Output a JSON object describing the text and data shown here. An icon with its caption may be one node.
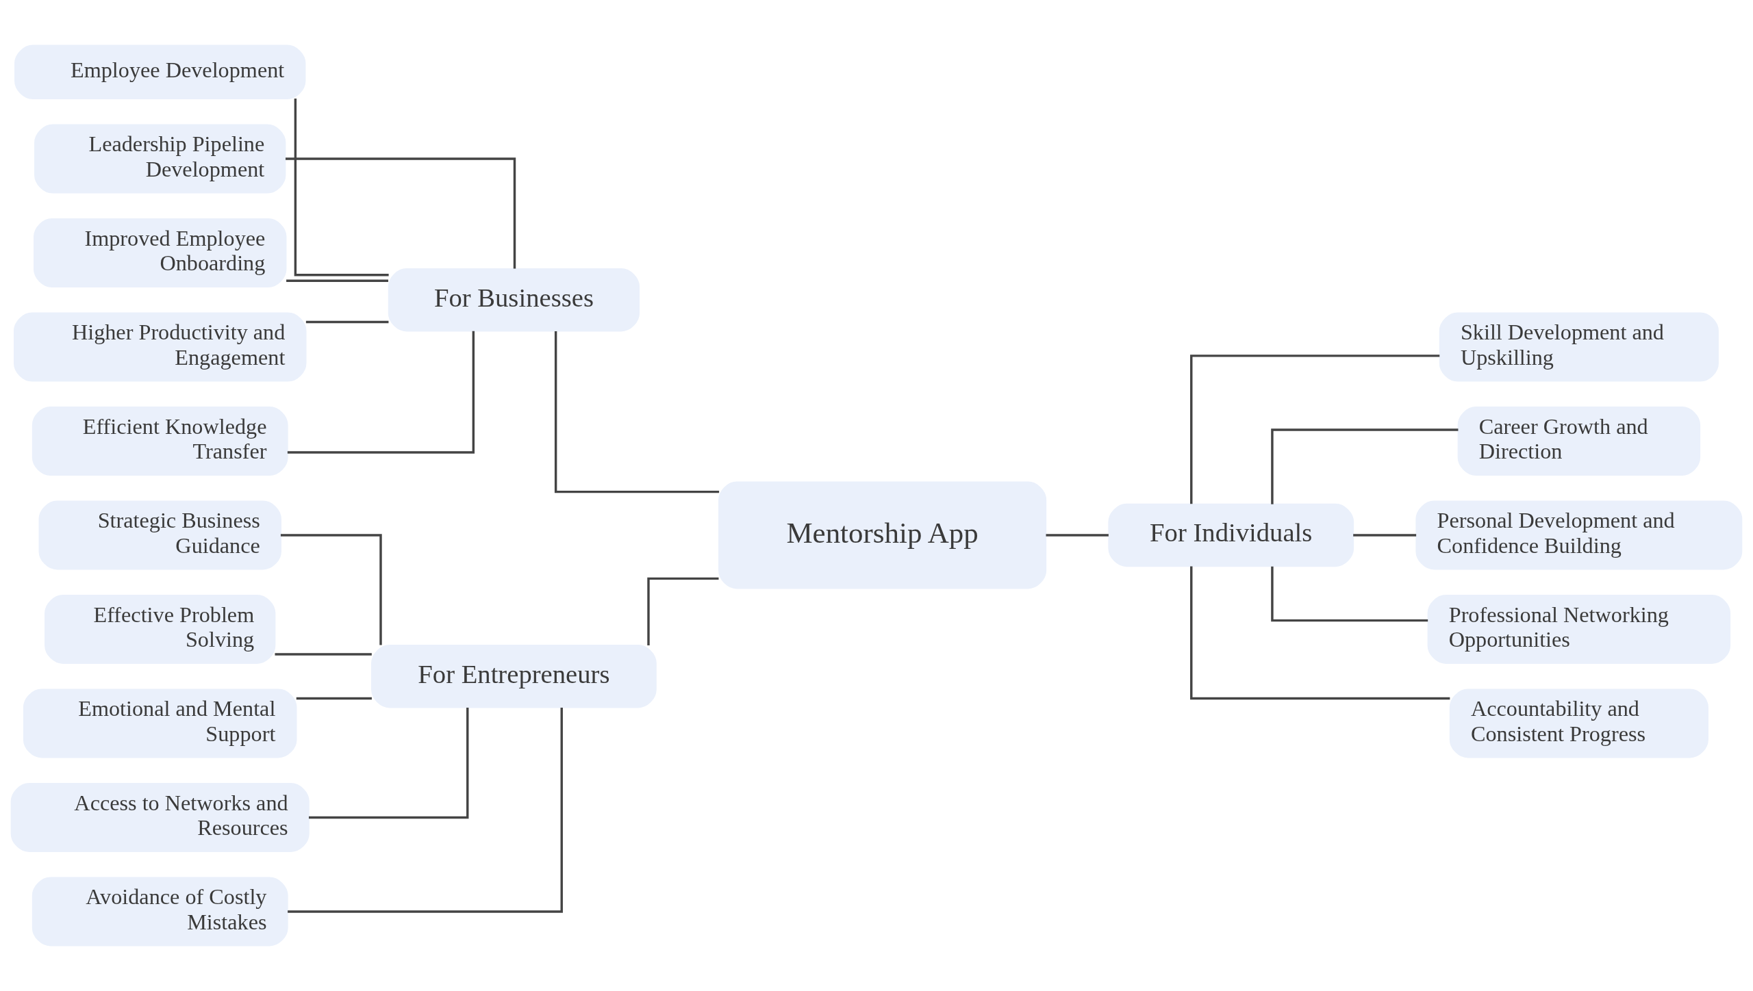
{
  "diagram": {
    "nodes": [
      {
        "text": [
          "Mentorship App"
        ]
      },
      {
        "text": [
          "For Businesses"
        ]
      },
      {
        "text": [
          "For Entrepreneurs"
        ]
      },
      {
        "text": [
          "For Individuals"
        ]
      },
      {
        "text": [
          "Employee Development"
        ]
      },
      {
        "text": [
          "Leadership Pipeline Development"
        ]
      },
      {
        "text": [
          "Improved Employee Onboarding"
        ]
      },
      {
        "text": [
          "Higher Productivity and Engagement"
        ]
      },
      {
        "text": [
          "Efficient Knowledge Transfer"
        ]
      },
      {
        "text": [
          "Strategic Business Guidance"
        ]
      },
      {
        "text": [
          "Effective Problem Solving"
        ]
      },
      {
        "text": [
          "Emotional and Mental Support"
        ]
      },
      {
        "text": [
          "Access to Networks and Resources"
        ]
      },
      {
        "text": [
          "Avoidance of Costly Mistakes"
        ]
      },
      {
        "text": [
          "Skill Development and Upskilling"
        ]
      },
      {
        "text": [
          "Career Growth and Direction"
        ]
      },
      {
        "text": [
          "Personal Development and Confidence Building"
        ]
      },
      {
        "text": [
          "Professional Networking Opportunities"
        ]
      },
      {
        "text": [
          "Accountability and Consistent Progress"
        ]
      }
    ],
    "edges": [
      {
        "from": 4,
        "to": 1,
        "arrow": "none"
      },
      {
        "from": 5,
        "to": 1,
        "arrow": "none"
      },
      {
        "from": 6,
        "to": 1,
        "arrow": "none"
      },
      {
        "from": 7,
        "to": 1,
        "arrow": "none"
      },
      {
        "from": 8,
        "to": 1,
        "arrow": "none"
      },
      {
        "from": 9,
        "to": 2,
        "arrow": "none"
      },
      {
        "from": 10,
        "to": 2,
        "arrow": "none"
      },
      {
        "from": 11,
        "to": 2,
        "arrow": "none"
      },
      {
        "from": 12,
        "to": 2,
        "arrow": "none"
      },
      {
        "from": 13,
        "to": 2,
        "arrow": "none"
      },
      {
        "from": 1,
        "to": 0,
        "arrow": "none"
      },
      {
        "from": 2,
        "to": 0,
        "arrow": "none"
      },
      {
        "from": 0,
        "to": 3,
        "arrow": "none"
      },
      {
        "from": 3,
        "to": 14,
        "arrow": "none"
      },
      {
        "from": 3,
        "to": 15,
        "arrow": "none"
      },
      {
        "from": 3,
        "to": 16,
        "arrow": "none"
      },
      {
        "from": 3,
        "to": 17,
        "arrow": "none"
      },
      {
        "from": 3,
        "to": 18,
        "arrow": "none"
      }
    ]
  }
}
